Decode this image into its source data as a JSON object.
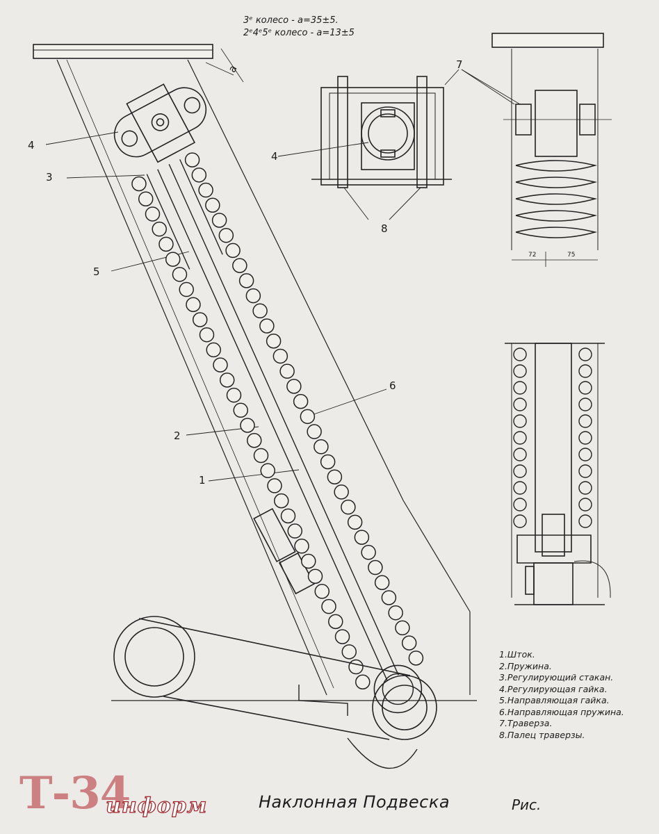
{
  "notes": {
    "line1": "3ᵉ колесо - a=35±5.",
    "line2": "2ᵉ4ᵉ5ᵉ колесо - a=13±5"
  },
  "dimension_a": "a",
  "callouts": [
    "4",
    "3",
    "5",
    "2",
    "1",
    "6",
    "4",
    "7",
    "8"
  ],
  "side_dims": [
    "72",
    "75"
  ],
  "legend": [
    "1.Шток.",
    "2.Пружина.",
    "3.Регулирующий стакан.",
    "4.Регулирующая гайка.",
    "5.Направляющая гайка.",
    "6.Направляющая пружина.",
    "7.Траверза.",
    "8.Палец траверзы."
  ],
  "title": "Наклонная Подвеска",
  "figure_label": "Рис.",
  "watermark": {
    "part1": "Т-34",
    "part2": "информ"
  },
  "colors": {
    "paper": "#ecebe7",
    "ink": "#1c1c1c",
    "logo": "#b52a2f"
  }
}
